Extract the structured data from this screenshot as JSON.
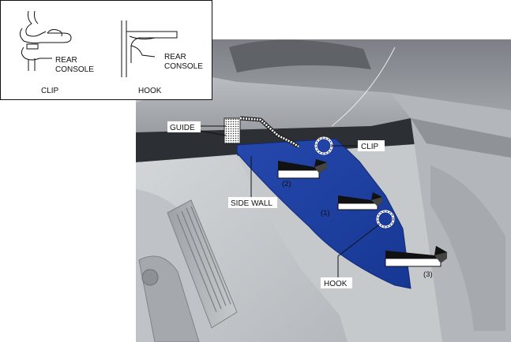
{
  "inset": {
    "clip_text_line1": "REAR",
    "clip_text_line2": "CONSOLE",
    "clip_caption": "CLIP",
    "hook_text_line1": "REAR",
    "hook_text_line2": "CONSOLE",
    "hook_caption": "HOOK"
  },
  "callouts": {
    "guide": "GUIDE",
    "clip": "CLIP",
    "side_wall": "SIDE WALL",
    "hook": "HOOK",
    "step_1": "(1)",
    "step_2": "(2)",
    "step_3": "(3)"
  },
  "colors": {
    "panel_blue": "#1f43a5",
    "panel_blue_dark": "#16338a",
    "interior_grey": "#c9cccf",
    "trim_dark": "#2c2f33"
  }
}
